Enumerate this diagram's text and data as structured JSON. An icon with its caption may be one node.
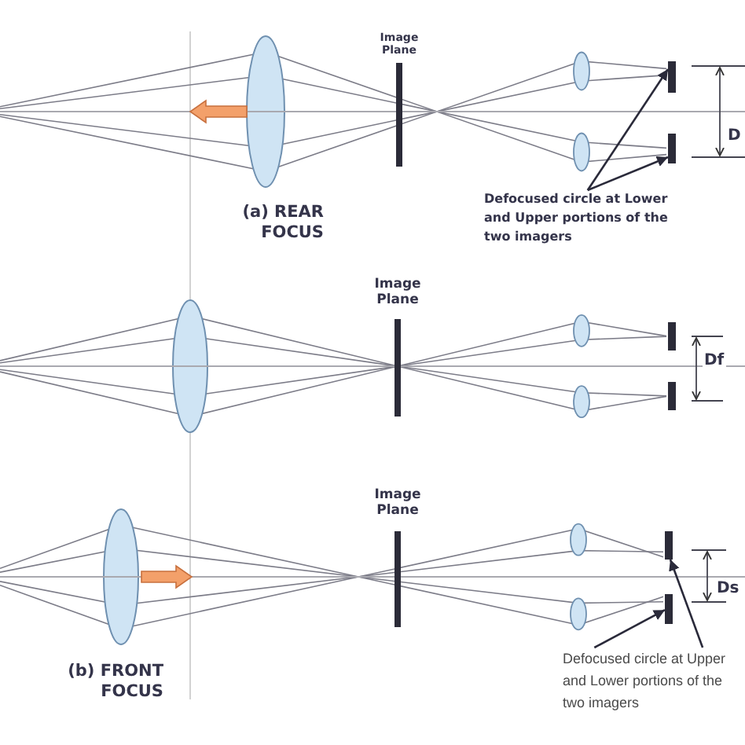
{
  "diagram": {
    "nodes": [
      {
        "text": [],
        "shape": "bar"
      },
      {
        "text": [],
        "shape": "bar"
      },
      {
        "text": [
          "Defocused circle at Lower and Upper portions of the two imagers"
        ]
      },
      {
        "text": [],
        "shape": "bar"
      },
      {
        "text": [],
        "shape": "bar"
      },
      {
        "text": [
          "Defocused circle at Upper and Lower portions of the two imagers"
        ]
      }
    ],
    "edges": [
      {
        "from": 2,
        "to": 0,
        "arrow": "to"
      },
      {
        "from": 2,
        "to": 1,
        "arrow": "to"
      },
      {
        "from": 5,
        "to": 3,
        "arrow": "to"
      },
      {
        "from": 5,
        "to": 4,
        "arrow": "to"
      }
    ],
    "labels": [
      "Image Plane",
      "D",
      "(a) REAR FOCUS",
      "Image Plane",
      "Df",
      "Image Plane",
      "Ds",
      "(b) FRONT FOCUS"
    ]
  }
}
